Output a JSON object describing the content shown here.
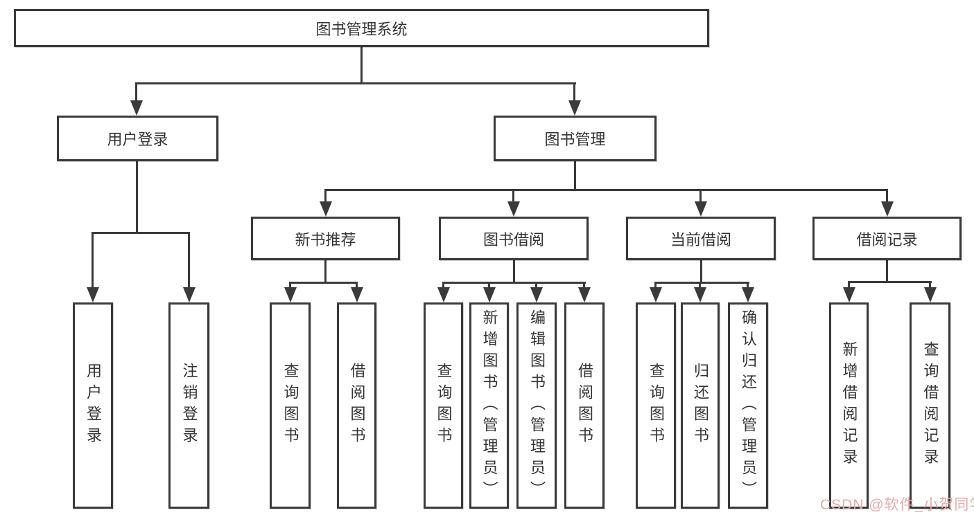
{
  "diagram": {
    "title_node": {
      "label": "图书管理系统"
    },
    "branches": {
      "user_login": {
        "label": "用户登录",
        "children": [
          {
            "label": "用户登录"
          },
          {
            "label": "注销登录"
          }
        ]
      },
      "book_management": {
        "label": "图书管理",
        "children": [
          {
            "label": "新书推荐",
            "children": [
              {
                "label": "查询图书"
              },
              {
                "label": "借阅图书"
              }
            ]
          },
          {
            "label": "图书借阅",
            "children": [
              {
                "label": "查询图书"
              },
              {
                "label": "新增图书（管理员）"
              },
              {
                "label": "编辑图书（管理员）"
              },
              {
                "label": "借阅图书"
              }
            ]
          },
          {
            "label": "当前借阅",
            "children": [
              {
                "label": "查询图书"
              },
              {
                "label": "归还图书"
              },
              {
                "label": "确认归还（管理员）"
              }
            ]
          },
          {
            "label": "借阅记录",
            "children": [
              {
                "label": "新增借阅记录"
              },
              {
                "label": "查询借阅记录"
              }
            ]
          }
        ]
      }
    },
    "watermark": {
      "text": "CSDN @软件_小贺同学",
      "color": "#e9a9a9"
    },
    "colors": {
      "background": "#ffffff",
      "box_border": "#3a3a3a",
      "line": "#3a3a3a",
      "text": "#333333"
    }
  }
}
